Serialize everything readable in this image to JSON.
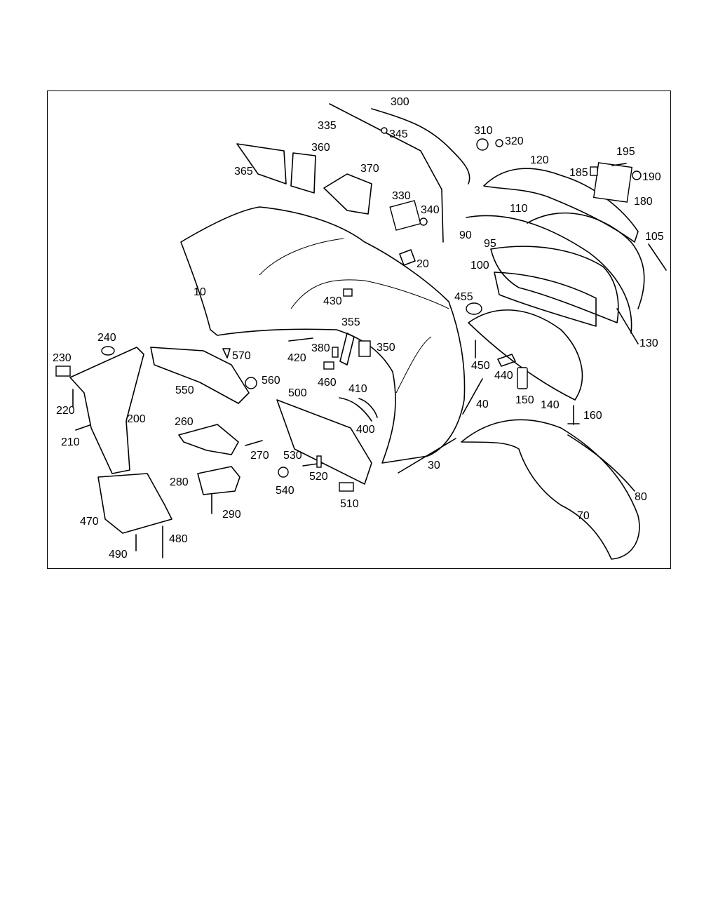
{
  "labels": [
    "10",
    "20",
    "30",
    "40",
    "70",
    "80",
    "90",
    "95",
    "100",
    "105",
    "110",
    "120",
    "130",
    "140",
    "150",
    "160",
    "180",
    "185",
    "190",
    "195",
    "200",
    "210",
    "220",
    "230",
    "240",
    "260",
    "270",
    "280",
    "290",
    "300",
    "310",
    "320",
    "330",
    "335",
    "340",
    "345",
    "350",
    "355",
    "360",
    "365",
    "370",
    "380",
    "400",
    "410",
    "420",
    "430",
    "440",
    "450",
    "455",
    "460",
    "470",
    "480",
    "490",
    "500",
    "510",
    "520",
    "530",
    "540",
    "550",
    "560",
    "570"
  ]
}
